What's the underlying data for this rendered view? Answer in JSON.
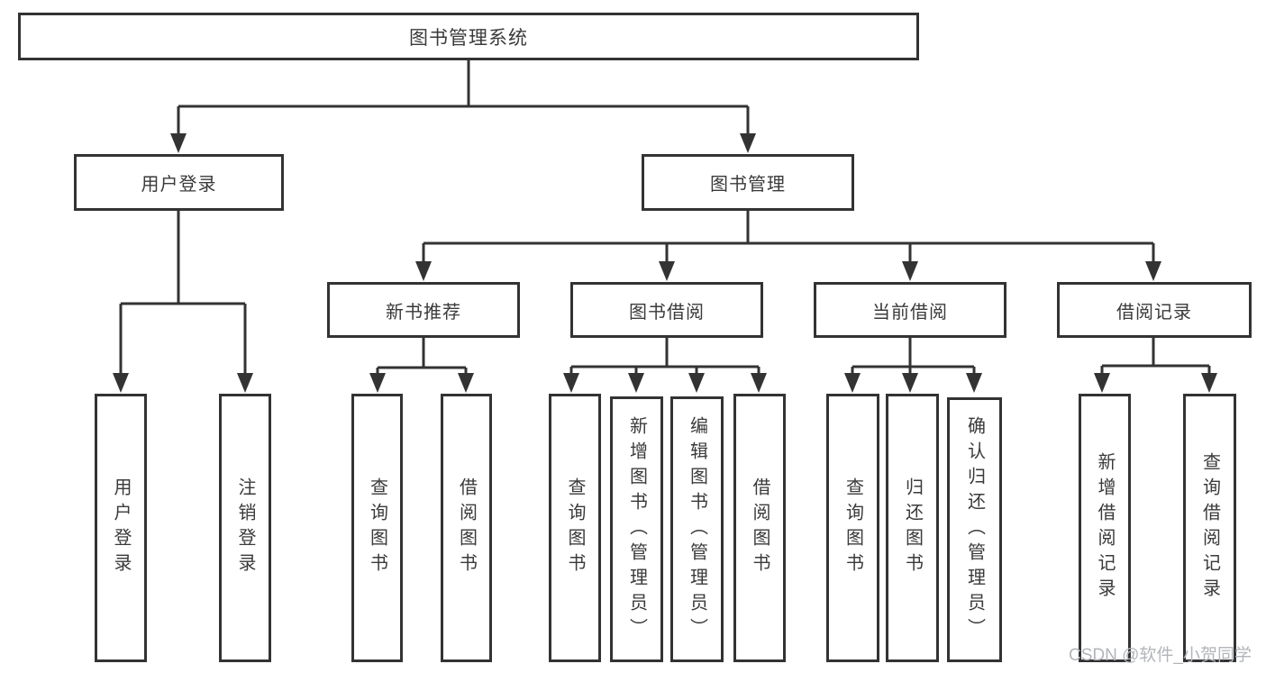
{
  "tree": {
    "root": "图书管理系统",
    "user": {
      "label": "用户登录",
      "leaves": [
        "用户登录",
        "注销登录"
      ]
    },
    "mgmt": {
      "label": "图书管理",
      "groups": [
        {
          "label": "新书推荐",
          "leaves": [
            "查询图书",
            "借阅图书"
          ]
        },
        {
          "label": "图书借阅",
          "leaves": [
            "查询图书",
            "新增图书（管理员）",
            "编辑图书（管理员）",
            "借阅图书"
          ]
        },
        {
          "label": "当前借阅",
          "leaves": [
            "查询图书",
            "归还图书",
            "确认归还（管理员）"
          ]
        },
        {
          "label": "借阅记录",
          "leaves": [
            "新增借阅记录",
            "查询借阅记录"
          ]
        }
      ]
    }
  },
  "watermark": "CSDN @软件_小贺同学",
  "colors": {
    "line": "#333333",
    "text": "#3a3a3a",
    "box_fill": "#ffffff",
    "background": "#ffffff",
    "watermark": "#b2b5ba"
  }
}
